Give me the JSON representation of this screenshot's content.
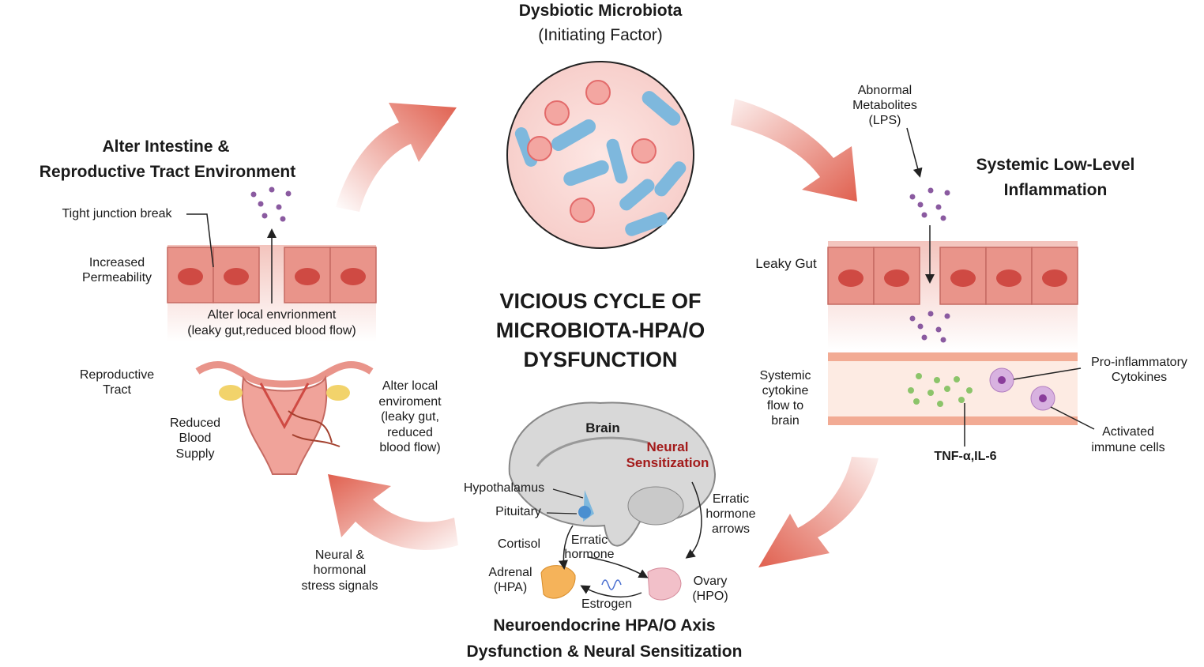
{
  "center": {
    "line1": "VICIOUS CYCLE OF",
    "line2": "MICROBIOTA-HPA/O",
    "line3": "DYSFUNCTION"
  },
  "top": {
    "title": "Dysbiotic Microbiota",
    "subtitle": "(Initiating Factor)"
  },
  "right": {
    "metabolites": [
      "Abnormal",
      "Metabolites",
      "(LPS)"
    ],
    "title_line1": "Systemic Low-Level",
    "title_line2": "Inflammation",
    "leaky_gut": "Leaky Gut",
    "systemic": [
      "Systemic",
      "cytokine",
      "flow to",
      "brain"
    ],
    "cytokines": [
      "Pro-inflammatory",
      "Cytokines"
    ],
    "immune": [
      "Activated",
      "immune cells"
    ],
    "tnf": "TNF-α,IL-6"
  },
  "bottom": {
    "brain": "Brain",
    "neural": [
      "Neural",
      "Sensitization"
    ],
    "hypothalamus": "Hypothalamus",
    "pituitary": "Pituitary",
    "cortisol": "Cortisol",
    "erratic_hormone": [
      "Erratic",
      "hormone"
    ],
    "erratic_arrows": [
      "Erratic",
      "hormone",
      "arrows"
    ],
    "adrenal": [
      "Adrenal",
      "(HPA)"
    ],
    "ovary": [
      "Ovary",
      "(HPO)"
    ],
    "estrogen": "Estrogen",
    "title_line1": "Neuroendocrine HPA/O Axis",
    "title_line2": "Dysfunction & Neural Sensitization",
    "stress": [
      "Neural &",
      "hormonal",
      "stress signals"
    ]
  },
  "left": {
    "title_line1": "Alter Intestine &",
    "title_line2": "Reproductive Tract Environment",
    "tight_junction": "Tight junction break",
    "permeability": [
      "Increased",
      "Permeability"
    ],
    "local_env": [
      "Alter local envrionment",
      "(leaky gut,reduced blood flow)"
    ],
    "repro_tract": [
      "Reproductive",
      "Tract"
    ],
    "reduced_blood": [
      "Reduced",
      "Blood",
      "Supply"
    ],
    "alter_local2": [
      "Alter local",
      "enviroment",
      "(leaky gut,",
      "reduced",
      "blood flow)"
    ]
  },
  "colors": {
    "arrow": "#e0604f",
    "cell": "#e9948a",
    "nucleus": "#cf4a43",
    "purple": "#8a5aa0",
    "bacteria": "#7eb8dd",
    "virus": "#e36b6b",
    "vessel": "#f2ab94",
    "green": "#8cc46a"
  }
}
